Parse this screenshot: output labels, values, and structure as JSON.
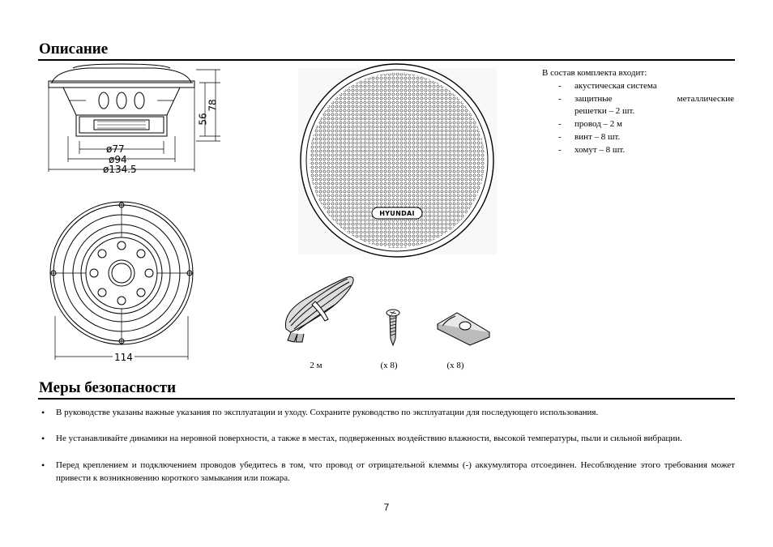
{
  "headings": {
    "description": "Описание",
    "safety": "Меры безопасности"
  },
  "kit": {
    "intro": "В состав комплекта входит:",
    "items": [
      {
        "dash": "-",
        "text": "акустическая система"
      },
      {
        "dash": "-",
        "text_line1": "защитные металлические",
        "text_line2": "решетки – 2 шт."
      },
      {
        "dash": "-",
        "text": "провод – 2 м"
      },
      {
        "dash": "-",
        "text": "винт – 8 шт."
      },
      {
        "dash": "-",
        "text": "хомут – 8 шт."
      }
    ]
  },
  "diagram": {
    "dims": {
      "d77": "ø77",
      "d94": "ø94",
      "d134": "ø134.5",
      "h56": "56",
      "h78": "78",
      "w114": "114"
    },
    "brand": "HYUNDAI"
  },
  "accessories": {
    "wire_caption": "2 м",
    "screw_caption": "(x 8)",
    "clip_caption": "(x 8)"
  },
  "safety": [
    {
      "bullet": "•",
      "text": "В руководстве указаны важные указания по эксплуатации и уходу. Сохраните руководство по эксплуатации для последующего использования."
    },
    {
      "bullet": "•",
      "text": "Не устанавливайте динамики на неровной поверхности, а также в местах, подверженных воздействию влажности,  высокой температуры, пыли и сильной вибрации."
    },
    {
      "bullet": "•",
      "text": "Перед креплением и подключением проводов убедитесь в том, что провод от отрицательной клеммы (-) аккумулятора отсоединен. Несоблюдение этого требования может привести к возникновению короткого замыкания или пожара."
    }
  ],
  "page_number": "7"
}
